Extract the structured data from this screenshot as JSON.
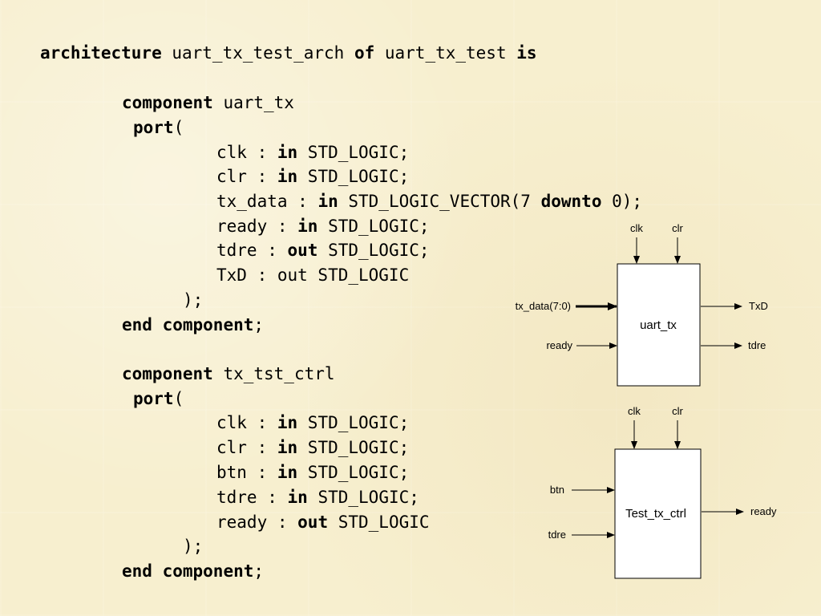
{
  "code": {
    "arch": {
      "kw_arch": "architecture",
      "name": " uart_tx_test_arch ",
      "kw_of": "of",
      "entity": " uart_tx_test ",
      "kw_is": "is"
    },
    "comp1": {
      "kw_component": "component",
      "name": " uart_tx",
      "kw_port": "port",
      "paren": "(",
      "p1": {
        "name": "clk : ",
        "mode": "in",
        "type": " STD_LOGIC;"
      },
      "p2": {
        "name": "clr : ",
        "mode": "in",
        "type": " STD_LOGIC;"
      },
      "p3": {
        "name": "tx_data : ",
        "mode": "in",
        "type": " STD_LOGIC_VECTOR(7 ",
        "kw_downto": "downto",
        "tail": " 0);"
      },
      "p4": {
        "name": "ready : ",
        "mode": "in",
        "type": " STD_LOGIC;"
      },
      "p5": {
        "name": "tdre : ",
        "mode": "out",
        "type": " STD_LOGIC;"
      },
      "p6": {
        "text": "TxD : out STD_LOGIC"
      },
      "close": ");",
      "kw_end": "end",
      "kw_component_end": "component",
      "semi": ";"
    },
    "comp2": {
      "kw_component": "component",
      "name": " tx_tst_ctrl",
      "kw_port": "port",
      "paren": "(",
      "p1": {
        "name": "clk : ",
        "mode": "in",
        "type": " STD_LOGIC;"
      },
      "p2": {
        "name": "clr : ",
        "mode": "in",
        "type": " STD_LOGIC;"
      },
      "p3": {
        "name": "btn : ",
        "mode": "in",
        "type": " STD_LOGIC;"
      },
      "p4": {
        "name": "tdre : ",
        "mode": "in",
        "type": " STD_LOGIC;"
      },
      "p5": {
        "name": "ready : ",
        "mode": "out",
        "type": " STD_LOGIC"
      },
      "close": ");",
      "kw_end": "end",
      "kw_component_end": "component",
      "semi": ";"
    }
  },
  "diagram1": {
    "block": "uart_tx",
    "inputs_top": [
      "clk",
      "clr"
    ],
    "inputs_left": [
      "tx_data(7:0)",
      "ready"
    ],
    "outputs_right": [
      "TxD",
      "tdre"
    ]
  },
  "diagram2": {
    "block": "Test_tx_ctrl",
    "inputs_top": [
      "clk",
      "clr"
    ],
    "inputs_left": [
      "btn",
      "tdre"
    ],
    "outputs_right": [
      "ready"
    ]
  }
}
